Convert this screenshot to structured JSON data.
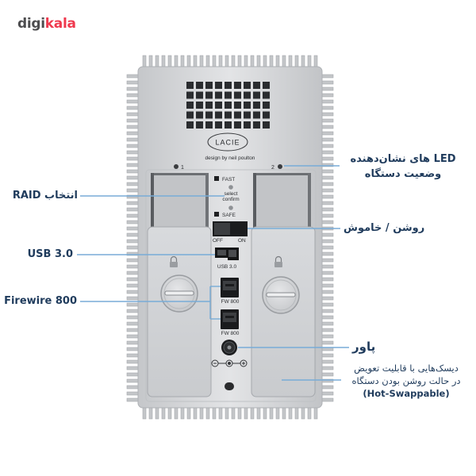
{
  "logo": {
    "digi": "digi",
    "kala": "kala"
  },
  "device": {
    "brand_logo": "LACIE",
    "designer": "design by neil poulton",
    "bay_1": "1",
    "bay_2": "2",
    "fast": "FAST",
    "select": "select",
    "confirm": "confirm",
    "safe": "SAFE",
    "off": "OFF",
    "on": "ON",
    "usb_port": "USB 3.0",
    "fw_port_1": "FW 800",
    "fw_port_2": "FW 800"
  },
  "annotations": {
    "status_leds": [
      "LED های نشان‌دهنده",
      "وضعیت دستگاه"
    ],
    "raid_select": "انتخاب RAID",
    "power_switch": "روشن / خاموش",
    "usb": "USB 3.0",
    "firewire": "Firewire 800",
    "power": "پاور",
    "hot_swap": [
      "دیسک‌هایی با قابلیت تعویض",
      "در حالت روشن بودن دستگاه",
      "(Hot-Swappable)"
    ]
  },
  "colors": {
    "brand_red": "#ef394e",
    "leader_line": "#78acd7",
    "label_text": "#1f3b5c",
    "device_silver": "#d4d6d9"
  },
  "icons": {
    "lock": "lock-icon",
    "polarity": "polarity-icon",
    "power_port": "power-port-icon"
  }
}
